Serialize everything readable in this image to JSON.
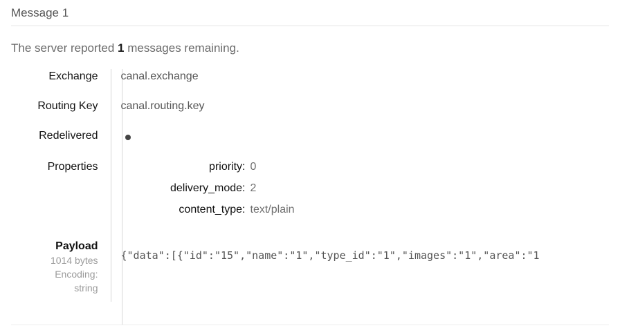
{
  "header": {
    "title": "Message 1"
  },
  "summary": {
    "prefix": "The server reported",
    "count": "1",
    "suffix": "messages remaining."
  },
  "details": {
    "exchange_label": "Exchange",
    "exchange_value": "canal.exchange",
    "routing_key_label": "Routing Key",
    "routing_key_value": "canal.routing.key",
    "redelivered_label": "Redelivered",
    "redelivered_value": "●",
    "properties_label": "Properties"
  },
  "properties": [
    {
      "key": "priority:",
      "value": "0"
    },
    {
      "key": "delivery_mode:",
      "value": "2"
    },
    {
      "key": "content_type:",
      "value": "text/plain"
    }
  ],
  "payload": {
    "label": "Payload",
    "size": "1014 bytes",
    "encoding_label": "Encoding:",
    "encoding_value": "string",
    "body": "{\"data\":[{\"id\":\"15\",\"name\":\"1\",\"type_id\":\"1\",\"images\":\"1\",\"area\":\"1"
  },
  "colors": {
    "text_primary": "#111111",
    "text_secondary": "#555555",
    "text_muted": "#9a9a9a",
    "divider": "#d7d7d7",
    "rule": "#e3e3e3"
  }
}
